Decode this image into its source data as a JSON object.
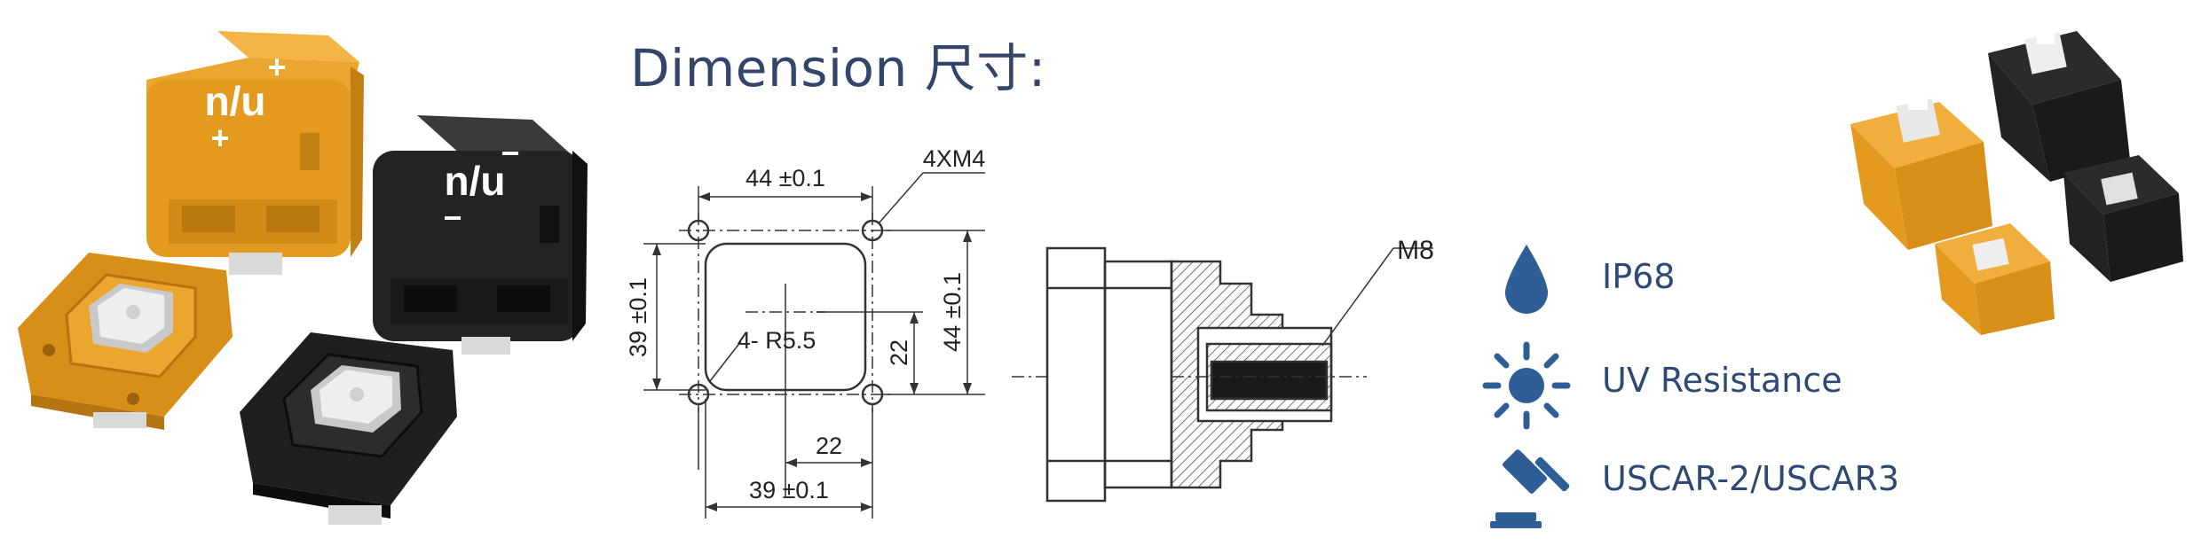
{
  "title": "Dimension 尺寸:",
  "logo_text": "n/u",
  "terminal_marks": {
    "plus": "+",
    "minus": "−"
  },
  "drawing_front": {
    "dim_top": "44 ±0.1",
    "hole_spec": "4XM4",
    "dim_left": "39 ±0.1",
    "dim_right": "44 ±0.1",
    "radius": "4- R5.5",
    "dim_inner_v": "22",
    "dim_inner_h": "22",
    "dim_bottom": "39 ±0.1"
  },
  "drawing_section": {
    "thread": "M8"
  },
  "features": [
    {
      "icon": "water-drop-icon",
      "label": "IP68"
    },
    {
      "icon": "sun-icon",
      "label": "UV Resistance"
    },
    {
      "icon": "gavel-icon",
      "label": "USCAR-2/USCAR3"
    }
  ],
  "colors": {
    "accent": "#2e5e95",
    "text": "#33456b",
    "orange": "#e39a1e",
    "black": "#1f1f1f"
  }
}
